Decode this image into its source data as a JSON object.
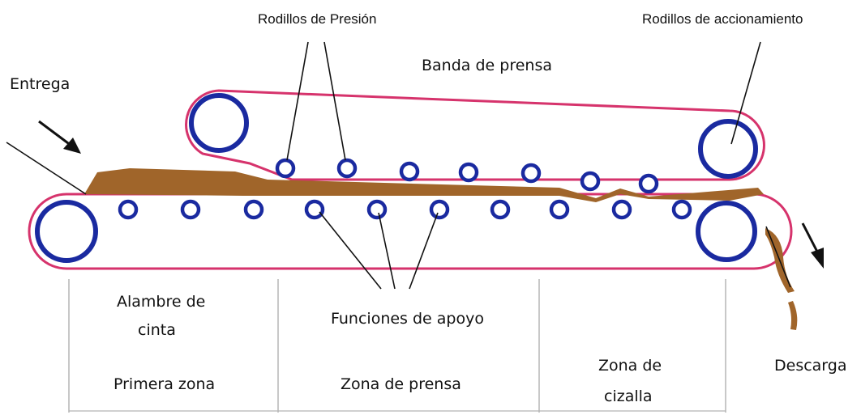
{
  "labels": {
    "rodillos_presion": "Rodillos de Presión",
    "rodillos_accionamiento": "Rodillos de accionamiento",
    "banda_prensa": "Banda de prensa",
    "entrega": "Entrega",
    "alambre_line1": "Alambre de",
    "alambre_line2": "cinta",
    "funciones_apoyo": "Funciones de apoyo",
    "primera_zona": "Primera zona",
    "zona_prensa": "Zona de prensa",
    "zona_cizalla_line1": "Zona de",
    "zona_cizalla_line2": "cizalla",
    "descarga": "Descarga"
  },
  "colors": {
    "belt": "#d6336c",
    "roller": "#1a2aa0",
    "material": "#a0652a",
    "line": "#111111",
    "guide": "#b5b5b5"
  }
}
